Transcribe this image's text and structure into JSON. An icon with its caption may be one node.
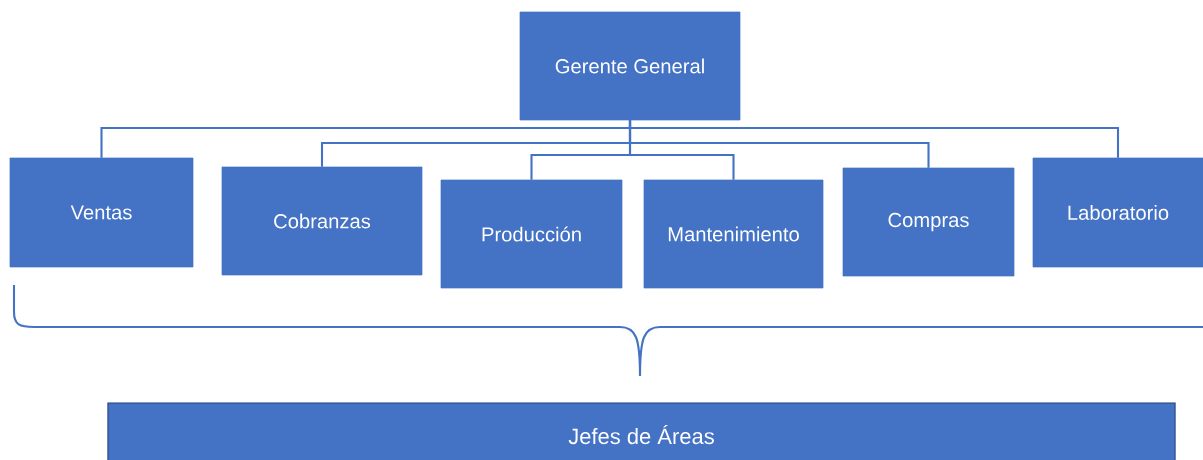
{
  "diagram": {
    "nodes": [
      {
        "text": [
          "Gerente General"
        ]
      },
      {
        "text": [
          "Ventas"
        ]
      },
      {
        "text": [
          "Cobranzas"
        ]
      },
      {
        "text": [
          "Producción"
        ]
      },
      {
        "text": [
          "Mantenimiento"
        ]
      },
      {
        "text": [
          "Compras"
        ]
      },
      {
        "text": [
          "Laboratorio"
        ]
      },
      {
        "text": [
          "Jefes de Áreas"
        ]
      }
    ],
    "edges": [
      {
        "from": 0,
        "to": 1,
        "arrow": "none"
      },
      {
        "from": 0,
        "to": 2,
        "arrow": "none"
      },
      {
        "from": 0,
        "to": 3,
        "arrow": "none"
      },
      {
        "from": 0,
        "to": 4,
        "arrow": "none"
      },
      {
        "from": 0,
        "to": 5,
        "arrow": "none"
      },
      {
        "from": 0,
        "to": 6,
        "arrow": "none"
      }
    ]
  }
}
